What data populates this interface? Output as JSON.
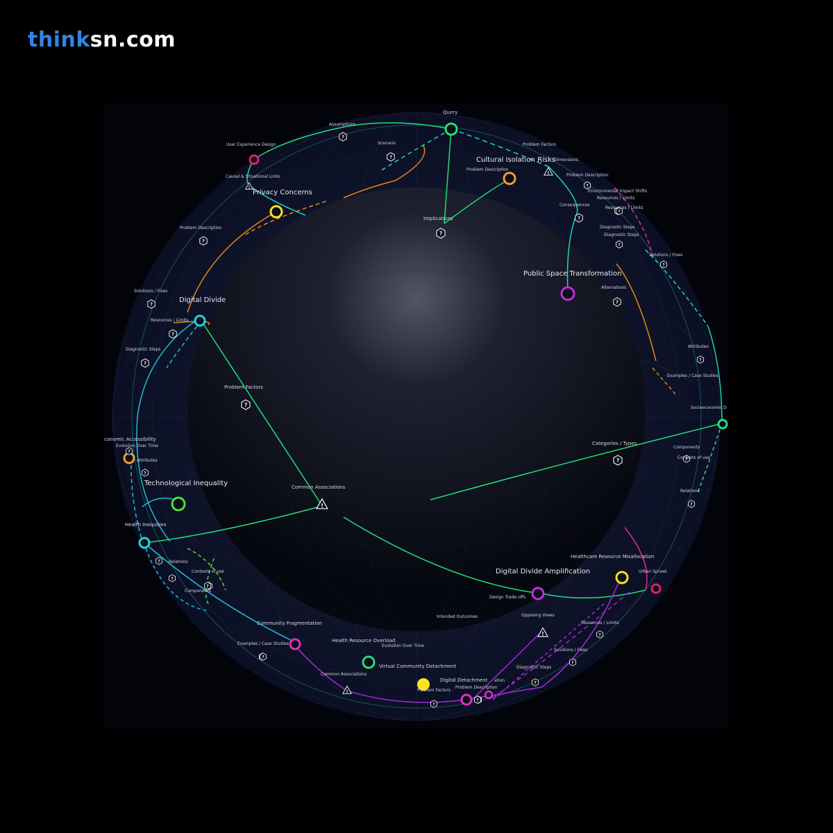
{
  "logo": {
    "part1": "think",
    "part2": "sn.com"
  },
  "colors": {
    "background": "#000000",
    "sphere": "#0d1022",
    "green": "#21e07a",
    "teal": "#1fd6c0",
    "cyan": "#1bbfd9",
    "orange": "#e8871a",
    "purple": "#a828e0",
    "magenta": "#e02a9a",
    "yellow": "#ffe21a",
    "logo_blue": "#2f86e6"
  },
  "nodes": [
    {
      "label": "Query",
      "color": "#21e07a"
    },
    {
      "label": "User Experience Design",
      "color": "#e0216a"
    },
    {
      "label": "Privacy Concerns",
      "color": "#ffe21a"
    },
    {
      "label": "Cultural Isolation Risks",
      "color": "#f0a030"
    },
    {
      "label": "Public Space Transformation",
      "color": "#c030e0"
    },
    {
      "label": "Digital Divide",
      "color": "#21d7d7"
    },
    {
      "label": "conomic Accessibility",
      "color": "#f0a030"
    },
    {
      "label": "Technological Inequality",
      "color": "#50e030"
    },
    {
      "label": "Health Inequities",
      "color": "#21d7d7"
    },
    {
      "label": "Socioeconomic D",
      "color": "#21e07a"
    },
    {
      "label": "Healthcare Resource Misallocation",
      "color": "#ffe21a"
    },
    {
      "label": "Urban Sprawl",
      "color": "#e0216a"
    },
    {
      "label": "Digital Divide Amplification",
      "color": "#c030e0"
    },
    {
      "label": "Community Fragmentation",
      "color": "#e030c0"
    },
    {
      "label": "Health Resource Overload",
      "color": "#21e07a"
    },
    {
      "label": "Virtual Community Detachment",
      "color": "#e030c0"
    },
    {
      "label": "Digital Detachment",
      "color": "#e030c0"
    }
  ],
  "hubs": [
    {
      "label": "Common Associations",
      "icon": "warning-icon"
    },
    {
      "label": "Categories / Types",
      "icon": "question-icon"
    },
    {
      "label": "Problem Factors",
      "icon": "question-icon"
    },
    {
      "label": "Implications",
      "icon": "question-icon"
    },
    {
      "label": "Assumptions",
      "icon": "question-icon"
    },
    {
      "label": "Scenario",
      "icon": "question-icon"
    },
    {
      "label": "Consequences",
      "icon": "question-icon"
    },
    {
      "label": "Alternatives",
      "icon": "question-icon"
    },
    {
      "label": "Problem Description",
      "icon": "question-icon"
    },
    {
      "label": "Solutions / Fixes",
      "icon": "question-icon"
    },
    {
      "label": "Resources / Limits",
      "icon": "question-icon"
    },
    {
      "label": "Diagnostic Steps",
      "icon": "question-icon"
    },
    {
      "label": "Opposing Views",
      "icon": "warning-icon"
    },
    {
      "label": "Common Associations",
      "icon": "warning-icon"
    },
    {
      "label": "Problem Factors",
      "icon": "question-icon"
    },
    {
      "label": "Examples / Case Studies",
      "icon": "question-icon"
    },
    {
      "label": "Contexts of use",
      "icon": "question-icon"
    },
    {
      "label": "Relations",
      "icon": "question-icon"
    },
    {
      "label": "Attributes",
      "icon": "question-icon"
    },
    {
      "label": "Problem Factors",
      "icon": "question-icon"
    },
    {
      "label": "Dimensions",
      "icon": "warning-icon"
    },
    {
      "label": "Causal & Situational Links",
      "icon": "warning-icon"
    },
    {
      "label": "Problem Description",
      "icon": "question-icon"
    },
    {
      "label": "Solutions / Fixes",
      "icon": "question-icon"
    },
    {
      "label": "Resources / Limits",
      "icon": "question-icon"
    },
    {
      "label": "Diagnostic Steps",
      "icon": "question-icon"
    },
    {
      "label": "Evolution Over Time",
      "icon": "question-icon"
    },
    {
      "label": "Attributes",
      "icon": "question-icon"
    },
    {
      "label": "Relations",
      "icon": "question-icon"
    },
    {
      "label": "Contexts of use",
      "icon": "question-icon"
    },
    {
      "label": "Components",
      "icon": "question-icon"
    },
    {
      "label": "Examples / Case Studies",
      "icon": "question-icon"
    },
    {
      "label": "Problem Description",
      "icon": "question-icon"
    },
    {
      "label": "Resources / Limits",
      "icon": "question-icon"
    },
    {
      "label": "Solutions / Fixes",
      "icon": "question-icon"
    },
    {
      "label": "Diagnostic Steps",
      "icon": "question-icon"
    },
    {
      "label": "Components",
      "icon": "question-icon"
    },
    {
      "label": "Environmental Impact Shifts",
      "icon": "question-icon"
    },
    {
      "label": "Problem Description",
      "icon": "question-icon"
    },
    {
      "label": "Resources / Limits",
      "icon": "question-icon"
    },
    {
      "label": "Diagnostic Steps",
      "icon": "question-icon"
    }
  ],
  "minor_labels": [
    "Design Trade-offs",
    "Intended Outcomes",
    "Evolution Over Time",
    "ation"
  ]
}
